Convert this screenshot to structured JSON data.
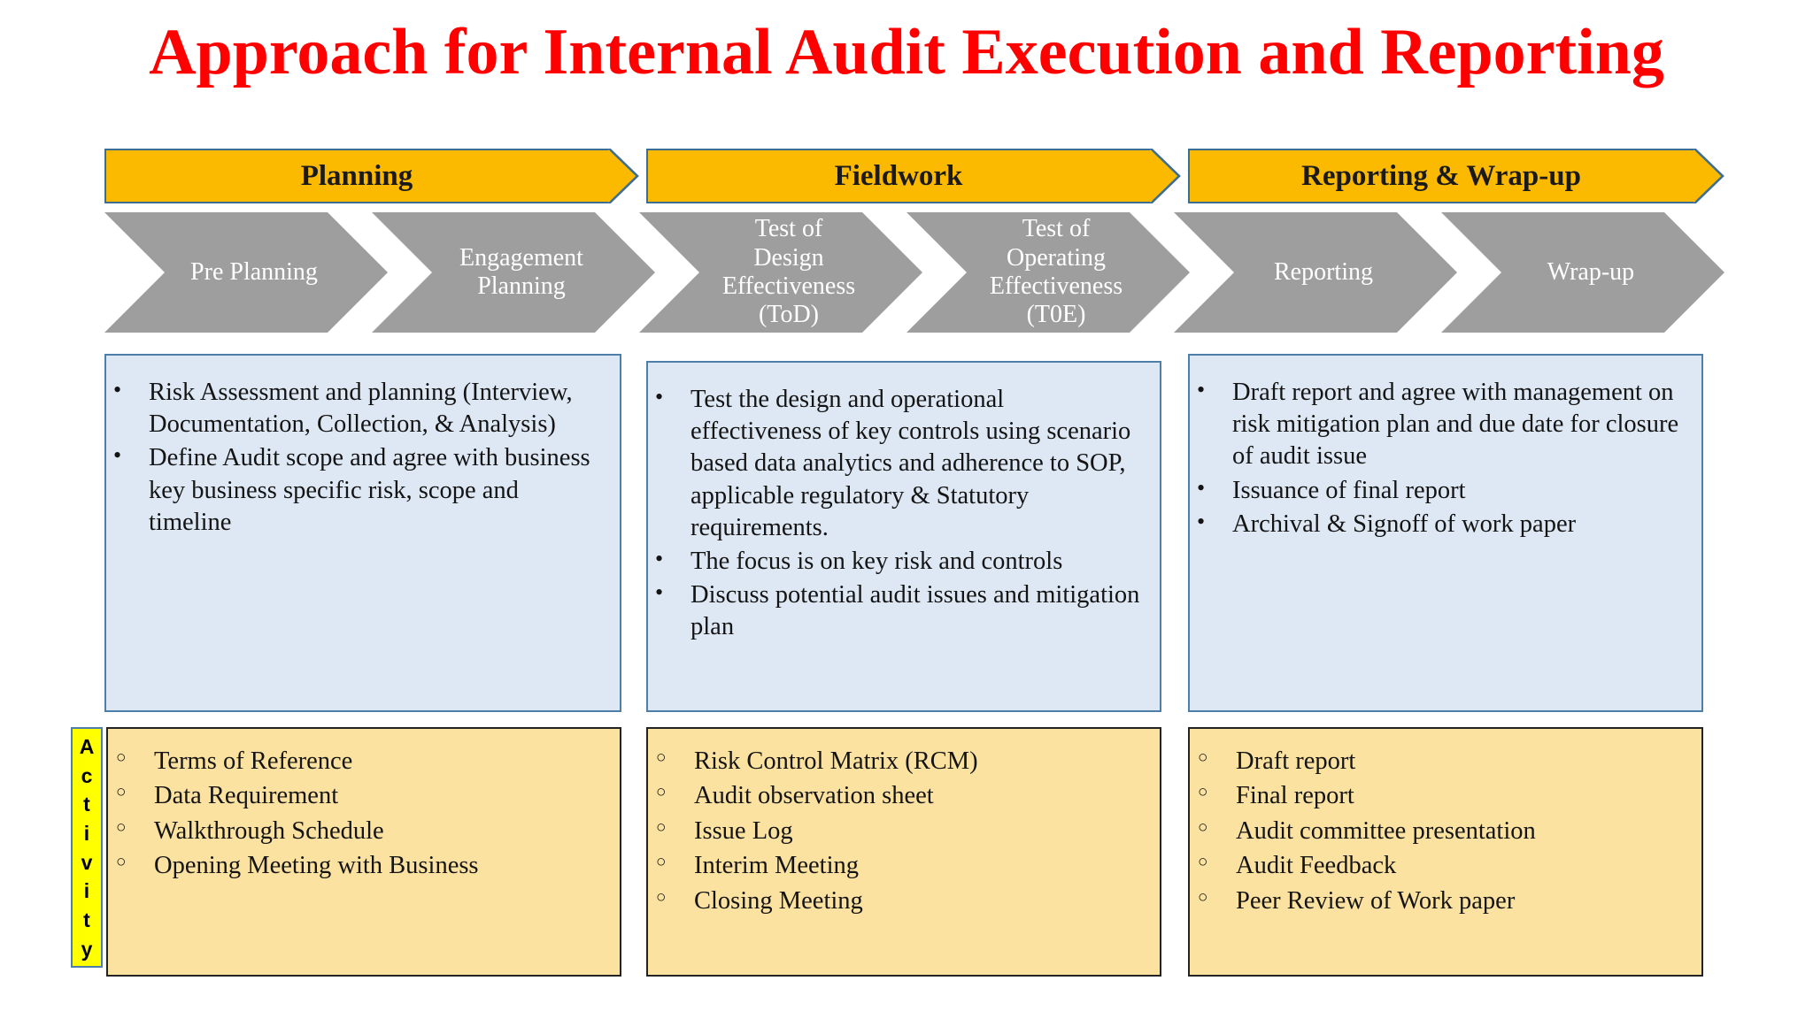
{
  "slide": {
    "title": "Approach for Internal Audit Execution and Reporting",
    "background_color": "#FFFFFF",
    "title_color": "#FF0000"
  },
  "colors": {
    "phase_banner_fill": "#FBB900",
    "phase_banner_border": "#3C6E94",
    "step_fill": "#9E9E9E",
    "step_text": "#FFFFFF",
    "desc_fill": "#DEE8F4",
    "desc_border": "#4E7FA8",
    "activity_fill": "#FBE2A0",
    "activity_border": "#232323",
    "activity_tab_fill": "#FFFF00"
  },
  "phases": [
    {
      "label": "Planning"
    },
    {
      "label": "Fieldwork"
    },
    {
      "label": "Reporting & Wrap-up"
    }
  ],
  "steps": [
    {
      "label": "Pre Planning"
    },
    {
      "label": "Engagement\nPlanning"
    },
    {
      "label": "Test of\nDesign\nEffectiveness\n(ToD)"
    },
    {
      "label": "Test of\nOperating\nEffectiveness\n(T0E)"
    },
    {
      "label": "Reporting"
    },
    {
      "label": "Wrap-up"
    }
  ],
  "descriptions": [
    {
      "column": "Planning",
      "items": [
        "Risk Assessment and planning (Interview, Documentation, Collection, & Analysis)",
        "Define Audit scope and agree with business key business specific risk, scope and timeline"
      ]
    },
    {
      "column": "Fieldwork",
      "items": [
        "Test the design and operational effectiveness of key controls using scenario based data analytics and adherence to SOP, applicable regulatory & Statutory requirements.",
        "The focus is on key risk and controls",
        "Discuss potential audit issues and mitigation plan"
      ]
    },
    {
      "column": "Reporting & Wrap-up",
      "items": [
        "Draft report and agree with management on risk mitigation plan and due date for closure of audit issue",
        "Issuance of final report",
        "Archival & Signoff of work paper"
      ]
    }
  ],
  "activity_tab": {
    "label": "Activity",
    "letters": [
      "A",
      "c",
      "t",
      "i",
      "v",
      "i",
      "t",
      "y"
    ]
  },
  "activities": [
    {
      "column": "Planning",
      "items": [
        "Terms of Reference",
        "Data Requirement",
        "Walkthrough Schedule",
        "Opening Meeting with Business"
      ]
    },
    {
      "column": "Fieldwork",
      "items": [
        "Risk Control Matrix (RCM)",
        "Audit observation sheet",
        "Issue Log",
        "Interim Meeting",
        "Closing Meeting"
      ]
    },
    {
      "column": "Reporting & Wrap-up",
      "items": [
        "Draft report",
        "Final report",
        "Audit committee presentation",
        "Audit Feedback",
        "Peer Review of Work paper"
      ]
    }
  ]
}
